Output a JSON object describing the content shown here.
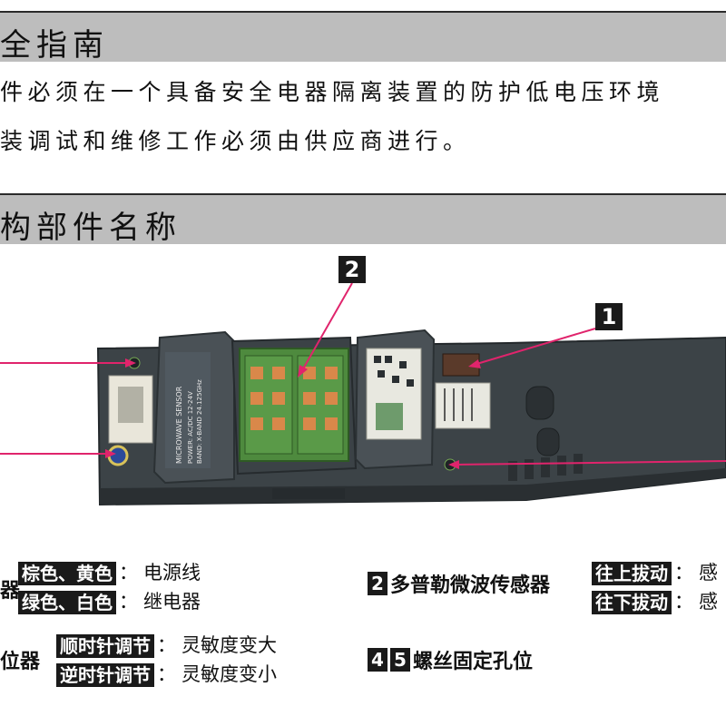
{
  "section1": {
    "title": "全指南"
  },
  "paragraph": {
    "line1": "件必须在一个具备安全电器隔离装置的防护低电压环境",
    "line2": "装调试和维修工作必须由供应商进行。"
  },
  "section2": {
    "title": "构部件名称"
  },
  "figure": {
    "callout_1": "1",
    "callout_2": "2",
    "module_left_label": "MICROWAVE SENSOR",
    "module_left_spec1": "POWER: AC/DC 12-24V",
    "module_left_spec2": "BAND: X-BAND 24.125GHz"
  },
  "legend": {
    "item1": {
      "label_cut": "器",
      "row1_tag": "棕色、黄色",
      "row1_value": "电源线",
      "row2_tag": "绿色、白色",
      "row2_value": "继电器"
    },
    "item2": {
      "number": "2",
      "label": "多普勒微波传感器",
      "row1_tag": "往上拔动",
      "row1_value": "感",
      "row2_tag": "往下拔动",
      "row2_value": "感"
    },
    "item3": {
      "label_cut": "位器",
      "row1_tag": "顺时针调节",
      "row1_value": "灵敏度变大",
      "row2_tag": "逆时针调节",
      "row2_value": "灵敏度变小"
    },
    "item4": {
      "number_a": "4",
      "number_b": "5",
      "label": "螺丝固定孔位"
    },
    "colon": "："
  },
  "colors": {
    "section_bar": "#bdbdbd",
    "pointer_line": "#e0246c",
    "plate": "#3c4347",
    "module": "#4a5156",
    "pcb": "#4e8a3e",
    "pad": "#d9884a",
    "tag_bg": "#1a1a1a"
  }
}
